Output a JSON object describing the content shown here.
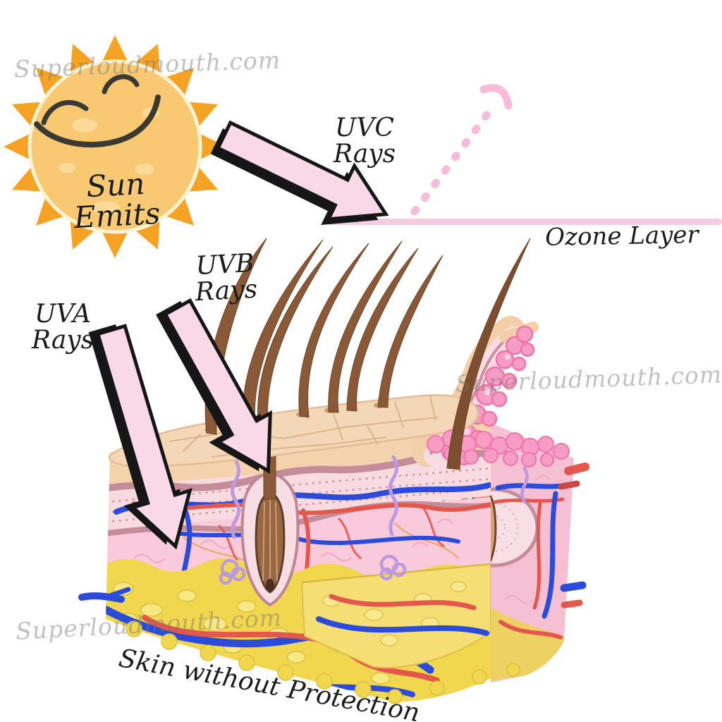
{
  "labels": {
    "sun": "Sun Emits",
    "uvc_line1": "UVC",
    "uvc_line2": "Rays",
    "uvb_line1": "UVB",
    "uvb_line2": "Rays",
    "uva_line1": "UVA",
    "uva_line2": "Rays",
    "ozone": "Ozone Layer",
    "caption": "Skin without Protection",
    "watermark": "Superloudmouth.com"
  },
  "colors": {
    "background": "#ffffff",
    "sun_body": "#f6a325",
    "sun_face": "#f9c873",
    "sun_ring": "#fdf3d3",
    "sun_smile": "#3a3a31",
    "arrow_fill": "#f9d9e8",
    "arrow_outline": "#161616",
    "dashed_ray": "#f6bcd9",
    "ozone_line": "#f8cbde",
    "label_text": "#1c1c1c",
    "watermark_text": "#767676",
    "epidermis": "#f4d7b6",
    "papillary_layer": "#f8dbe0",
    "basement_membrane": "#c48d99",
    "dermis": "#f8cadc",
    "fat": "#f1d74e",
    "fat_light": "#f8e884",
    "hair": "#8a5a38",
    "vein": "#2b4bdb",
    "artery": "#e4574c",
    "sweat_gland": "#bd9ae0",
    "flap_bump": "#f79cc5"
  }
}
